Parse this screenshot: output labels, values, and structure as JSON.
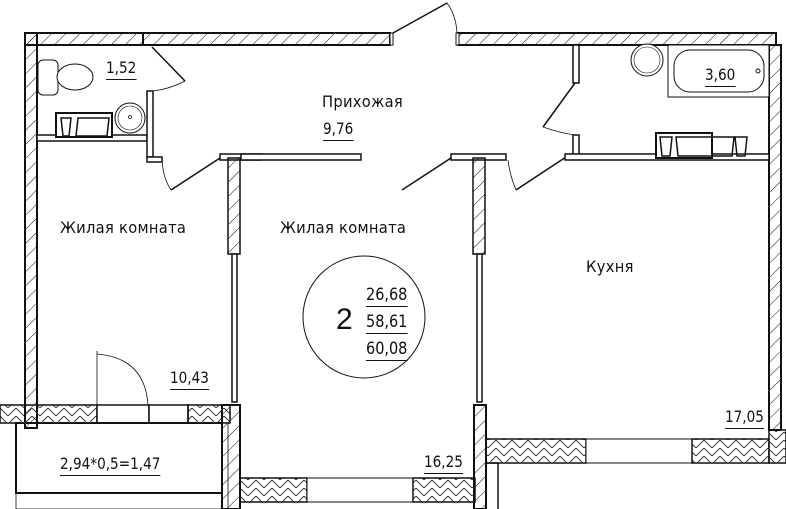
{
  "plan": {
    "apartment_number": "2",
    "summary": {
      "living_area": "26,68",
      "total_area": "58,61",
      "total_area_with_balcony": "60,08"
    },
    "rooms": [
      {
        "id": "wc",
        "name": "",
        "area": "1,52"
      },
      {
        "id": "hallway",
        "name": "Прихожая",
        "area": "9,76"
      },
      {
        "id": "bathroom",
        "name": "",
        "area": "3,60"
      },
      {
        "id": "living-room-1",
        "name": "Жилая комната",
        "area": "10,43"
      },
      {
        "id": "living-room-2",
        "name": "Жилая комната",
        "area": "16,25"
      },
      {
        "id": "kitchen",
        "name": "Кухня",
        "area": "17,05"
      },
      {
        "id": "balcony",
        "name": "",
        "area": "2,94*0,5=1,47"
      }
    ],
    "colors": {
      "line": "#111111",
      "background": "#ffffff"
    }
  }
}
